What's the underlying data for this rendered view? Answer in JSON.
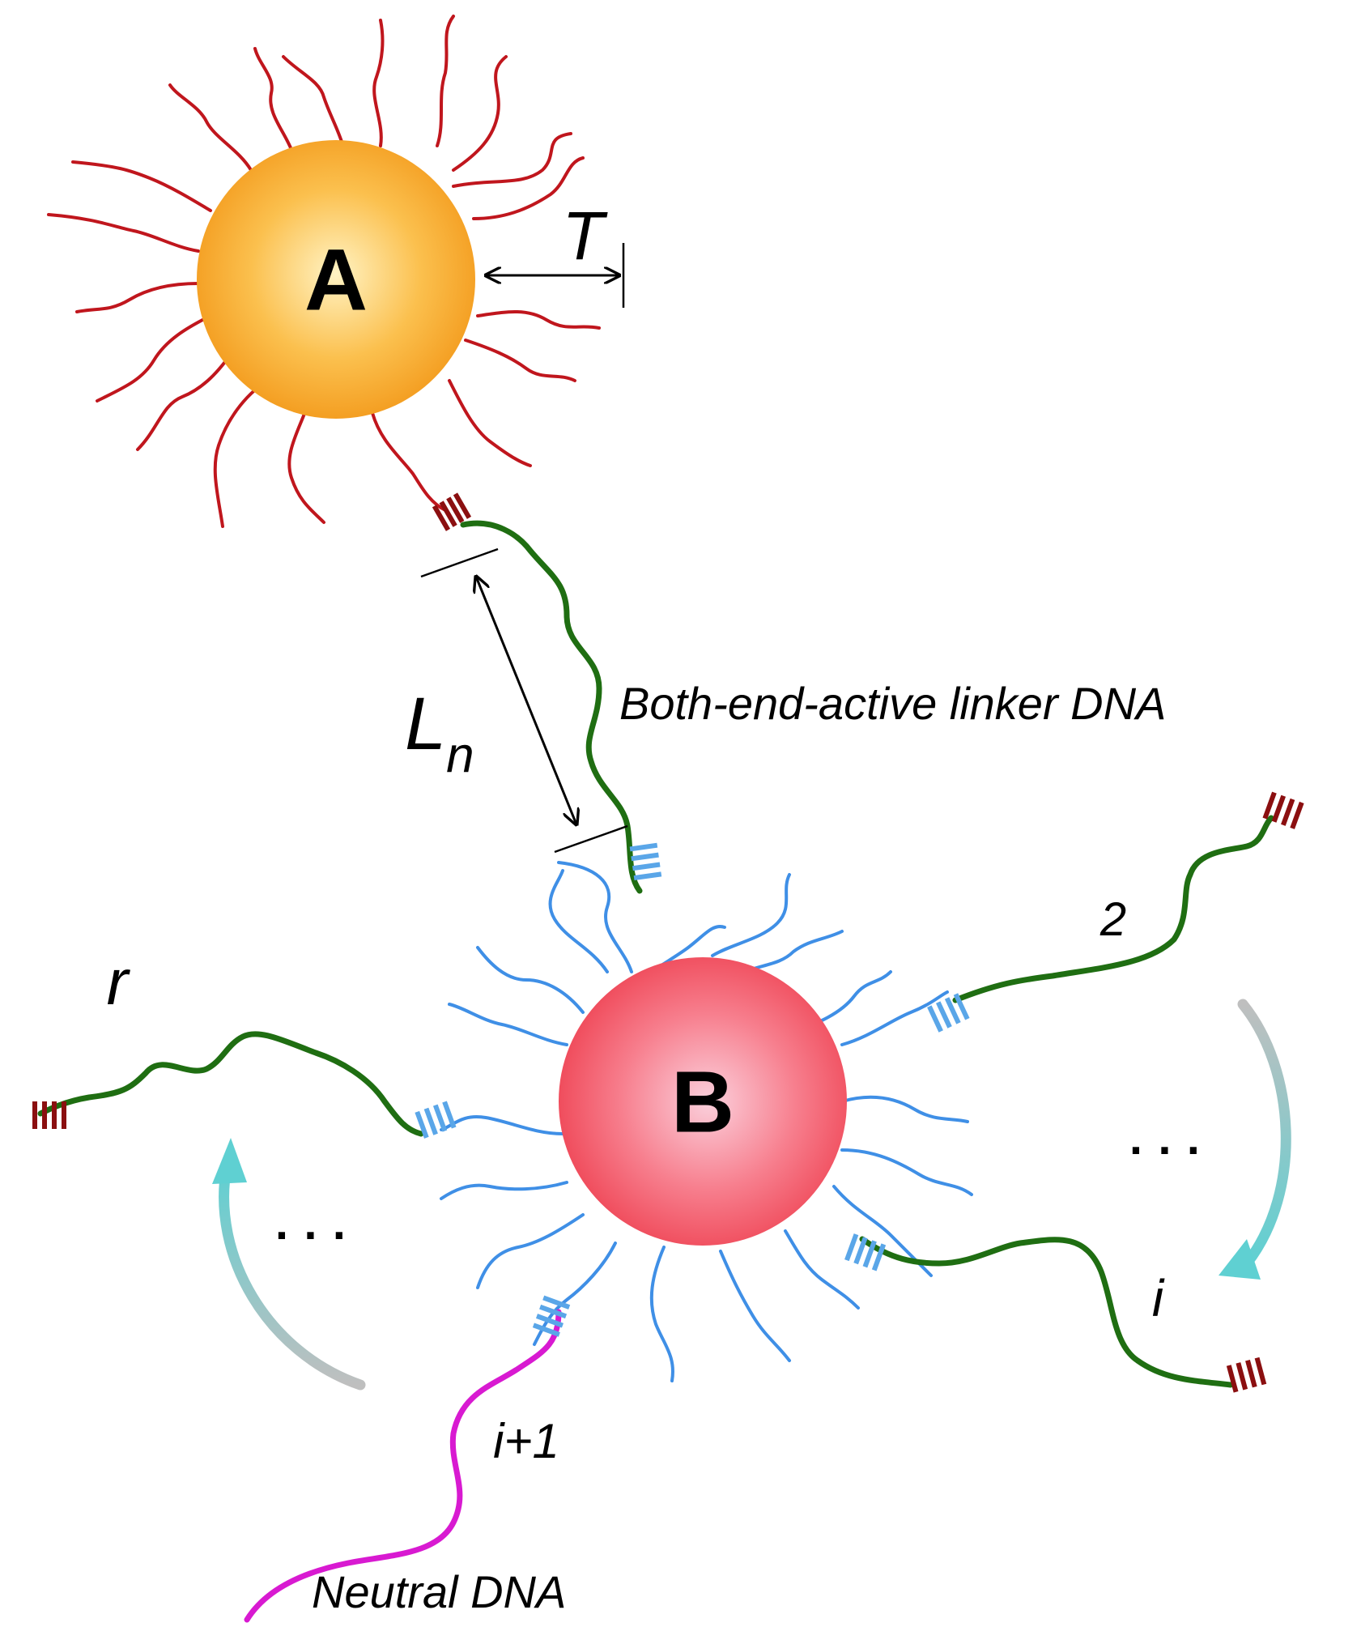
{
  "particles": {
    "a_label": "A",
    "b_label": "B"
  },
  "labels": {
    "corona_thickness": "T",
    "linker_length": "L",
    "linker_length_subscript": "n",
    "linker_dna": "Both-end-active linker DNA",
    "neutral_dna": "Neutral DNA",
    "strand_2": "2",
    "strand_i": "i",
    "strand_i_plus_1": "i+1",
    "strand_r": "r",
    "ellipsis_right": "· · ·",
    "ellipsis_left": "· · ·"
  },
  "colors": {
    "particle_a_core": "#fff3c4",
    "particle_a_edge": "#f39a1c",
    "particle_b_core": "#fbd0dc",
    "particle_b_edge": "#f0485a",
    "strand_a": "#c0161d",
    "strand_b": "#3f8fe6",
    "linker": "#1f6e12",
    "neutral": "#d81ad1",
    "sticky_end_a": "#8b0f10",
    "sticky_end_b": "#5aa6e8",
    "rotation_arrow": "#5fd0d2"
  }
}
